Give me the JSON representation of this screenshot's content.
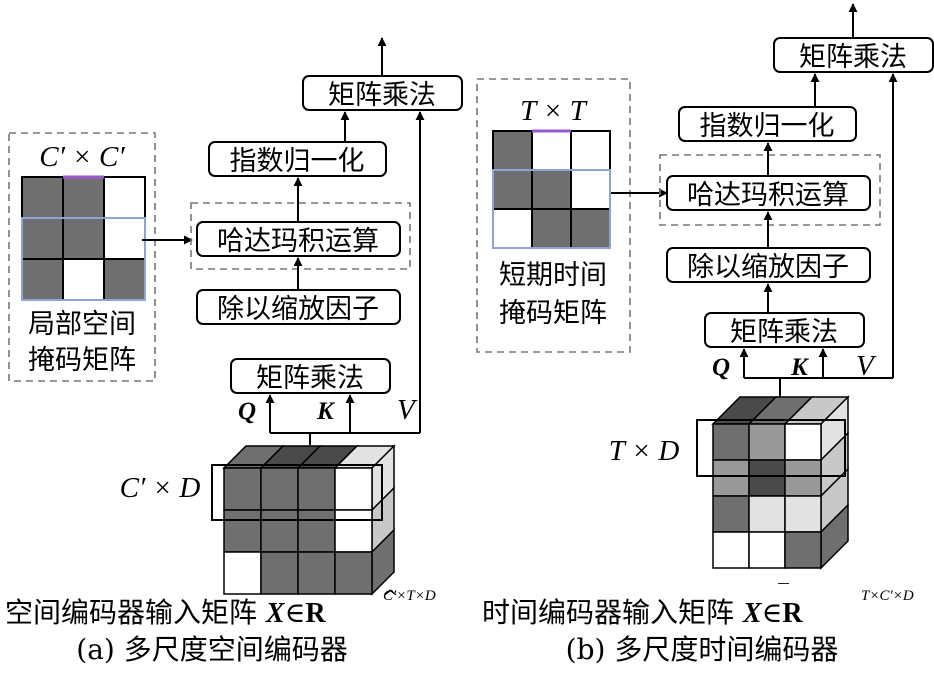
{
  "blocks": {
    "matmul": "矩阵乘法",
    "softmax": "指数归一化",
    "hadamard": "哈达玛积运算",
    "scale": "除以缩放因子"
  },
  "inputs": {
    "q": "Q",
    "k": "K",
    "v": "V"
  },
  "spatial": {
    "mask_dim": "C′ × C′",
    "mask_label_line1": "局部空间",
    "mask_label_line2": "掩码矩阵",
    "cube_dim": "C′ × D",
    "input_text": "空间编码器输入矩阵 ",
    "input_var": "X",
    "input_in": "∈",
    "input_R": "R",
    "input_sup": "C′×T×D",
    "caption": "(a) 多尺度空间编码器",
    "mask_grid": [
      [
        1,
        1,
        0
      ],
      [
        1,
        1,
        0
      ],
      [
        1,
        0,
        1
      ]
    ]
  },
  "temporal": {
    "mask_dim": "T × T",
    "mask_label_line1": "短期时间",
    "mask_label_line2": "掩码矩阵",
    "cube_dim": "T × D",
    "input_text": "时间编码器输入矩阵 ",
    "input_var": "X",
    "input_in": "∈",
    "input_R": "R",
    "input_sup": "T×C′×D",
    "caption": "(b) 多尺度时间编码器",
    "mask_grid": [
      [
        1,
        0,
        0
      ],
      [
        1,
        1,
        0
      ],
      [
        0,
        1,
        1
      ]
    ]
  },
  "colors": {
    "cell_dark": "#6f6f6f",
    "mask_highlight_border": "#8fa3d8",
    "mask_top_accent": "#9b59d0"
  }
}
